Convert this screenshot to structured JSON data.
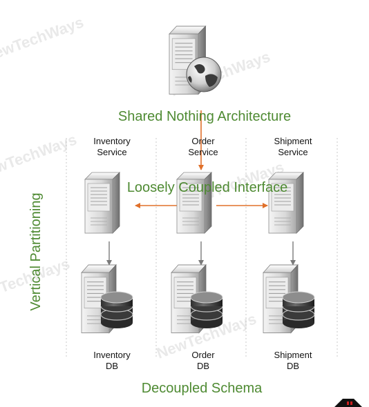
{
  "titles": {
    "top": "Shared Nothing Architecture",
    "middle": "Loosely Coupled Interface",
    "bottom": "Decoupled Schema",
    "side": "Vertical Partitioning"
  },
  "services": [
    {
      "line1": "Inventory",
      "line2": "Service"
    },
    {
      "line1": "Order",
      "line2": "Service"
    },
    {
      "line1": "Shipment",
      "line2": "Service"
    }
  ],
  "databases": [
    {
      "line1": "Inventory",
      "line2": "DB"
    },
    {
      "line1": "Order",
      "line2": "DB"
    },
    {
      "line1": "Shipment",
      "line2": "DB"
    }
  ],
  "watermark": "NewTechWays",
  "colors": {
    "title_green": "#4e8a32",
    "arrow_orange": "#e0702a",
    "arrow_gray": "#7a7a7a",
    "divider": "#c8c8c8"
  },
  "icons": [
    "web-server-icon",
    "server-icon",
    "database-server-icon",
    "logo-icon"
  ]
}
